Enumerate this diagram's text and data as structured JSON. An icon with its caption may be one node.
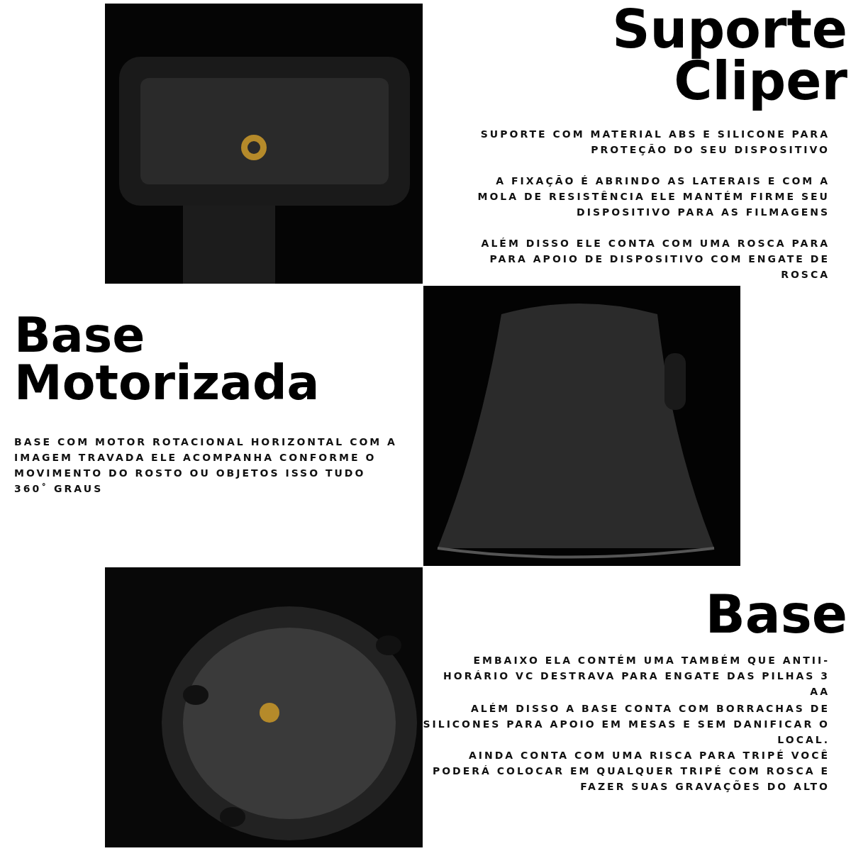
{
  "diagram": {
    "labels": [
      "Suporte Cliper",
      "SUPORTE COM MATERIAL ABS E SILICONE PARA PROTEÇÃO DO SEU DISPOSITIVO",
      "A FIXAÇÃO É ABRINDO AS LATERAIS E COM A MOLA DE RESISTÊNCIA ELE MANTÉM FIRME SEU DISPOSITIVO PARA AS FILMAGENS",
      "ALÉM DISSO ELE CONTA COM UMA ROSCA PARA PARA APOIO DE DISPOSITIVO COM ENGATE DE ROSCA",
      "Base Motorizada",
      "BASE COM MOTOR ROTACIONAL HORIZONTAL COM A IMAGEM TRAVADA ELE ACOMPANHA CONFORME O MOVIMENTO DO ROSTO OU OBJETOS ISSO TUDO 360˚ GRAUS",
      "Base",
      "EMBAIXO ELA CONTÉM UMA TAMBÉM QUE ANTII-HORÁRIO VC DESTRAVA PARA ENGATE DAS PILHAS 3 AA",
      "ALÉM DISSO A BASE CONTA COM BORRACHAS DE SILICONES PARA APOIO EM MESAS E SEM DANIFICAR O LOCAL.",
      "AINDA CONTA COM UMA RISCA PARA TRIPÉ VOCÊ PODERÁ COLOCAR EM QUALQUER TRIPÉ COM ROSCA E FAZER SUAS GRAVAÇÕES DO ALTO"
    ]
  }
}
